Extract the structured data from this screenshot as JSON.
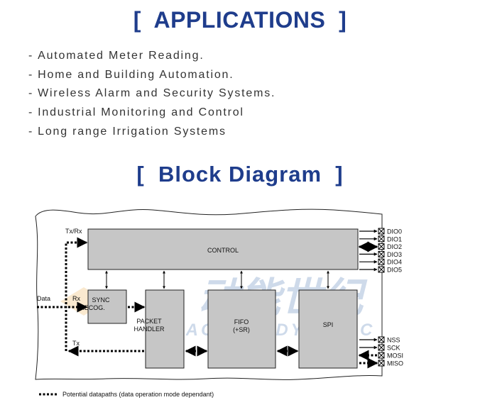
{
  "applications": {
    "title": "[  APPLICATIONS  ]",
    "items": [
      "Automated Meter Reading.",
      "Home and Building Automation.",
      "Wireless Alarm and Security Systems.",
      "Industrial Monitoring and Control",
      "Long range Irrigation Systems"
    ]
  },
  "block_diagram": {
    "title": "[  Block Diagram  ]",
    "blocks": {
      "control": "CONTROL",
      "sync_line1": "SYNC",
      "sync_line2": "RECOG.",
      "packet_line1": "PACKET",
      "packet_line2": "HANDLER",
      "fifo_line1": "FIFO",
      "fifo_line2": "(+SR)",
      "spi": "SPI"
    },
    "signals": {
      "txrx": "Tx/Rx",
      "data": "Data",
      "rx": "Rx",
      "tx": "Tx"
    },
    "dio_pins": [
      "DIO0",
      "DIO1",
      "DIO2",
      "DIO3",
      "DIO4",
      "DIO5"
    ],
    "spi_pins": [
      "NSS",
      "SCK",
      "MOSI",
      "MISO"
    ],
    "legend": "Potential datapaths (data operation mode dependant)",
    "watermark": {
      "line1": "动能世纪",
      "line2": "ACTION DYNAMIC",
      "color": "#9fb6d6"
    }
  }
}
